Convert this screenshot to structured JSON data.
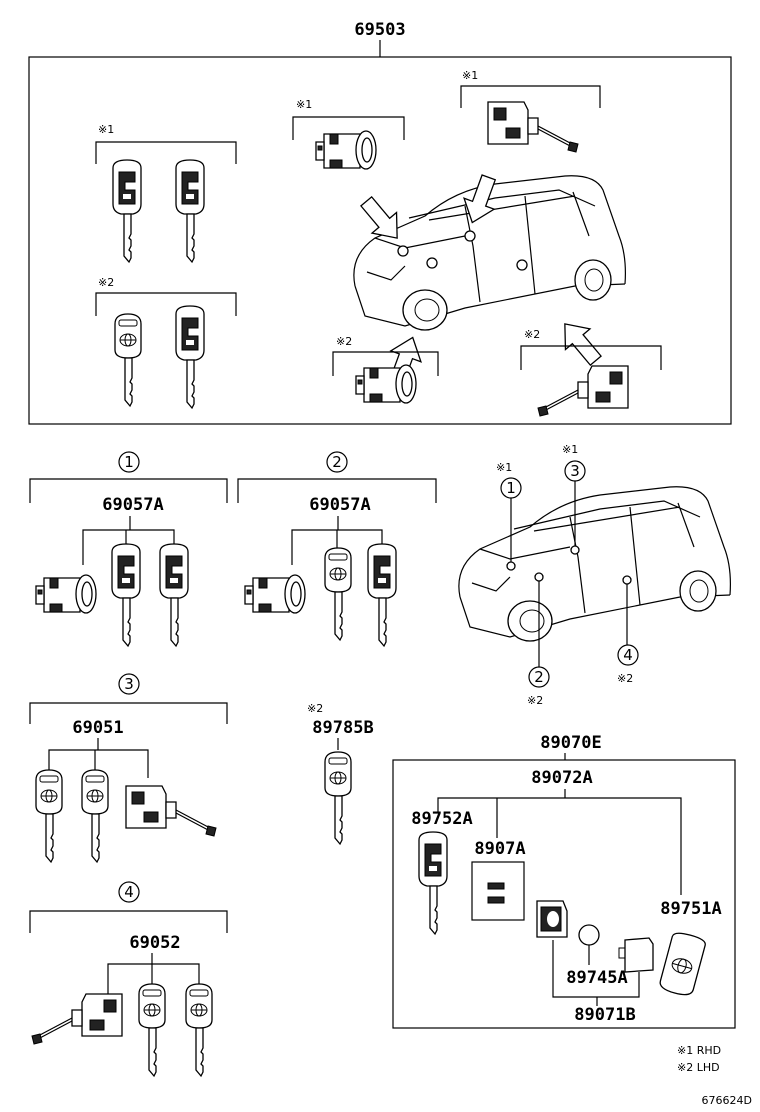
{
  "assembly": {
    "number": "69503"
  },
  "notes": {
    "rhd": "※1",
    "lhd": "※2"
  },
  "groups": {
    "g1": {
      "circle": "1",
      "part": "69057A"
    },
    "g2": {
      "circle": "2",
      "part": "69057A"
    },
    "g3": {
      "circle": "3",
      "part": "69051"
    },
    "g4": {
      "circle": "4",
      "part": "69052"
    }
  },
  "car_callouts": [
    {
      "circle": "1",
      "note": "※1"
    },
    {
      "circle": "3",
      "note": "※1"
    },
    {
      "circle": "2",
      "note": "※2"
    },
    {
      "circle": "4",
      "note": "※2"
    }
  ],
  "single_key": {
    "note": "※2",
    "part": "89785B"
  },
  "transmitter": {
    "assembly": "89070E",
    "sub": "89072A",
    "key": "89752A",
    "insert": "8907A",
    "cover": "89751A",
    "battery": "89745A",
    "case": "89071B"
  },
  "legend": {
    "line1": "※1 RHD",
    "line2": "※2 LHD"
  },
  "diagram_id": "676624D"
}
